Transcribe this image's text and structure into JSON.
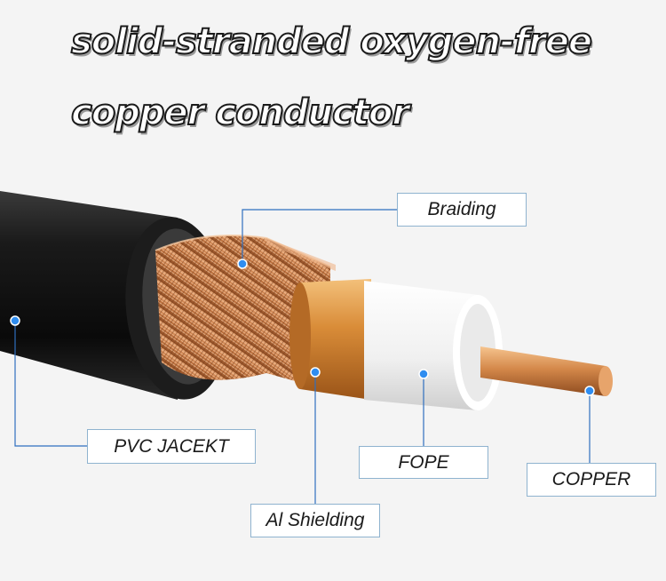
{
  "title": {
    "line1": "solid-stranded oxygen-free",
    "line2": "copper conductor"
  },
  "labels": {
    "braiding": "Braiding",
    "pvc_jacket": "PVC JACEKT",
    "fope": "FOPE",
    "copper": "COPPER",
    "al_shielding": "Al Shielding"
  },
  "colors": {
    "jacket": "#141414",
    "copper": "#c7793f",
    "foil": "#d08a3a",
    "insulation": "#f2f2f2",
    "callout_line": "#2f6fbf",
    "callout_dot": "#2f8df0"
  }
}
